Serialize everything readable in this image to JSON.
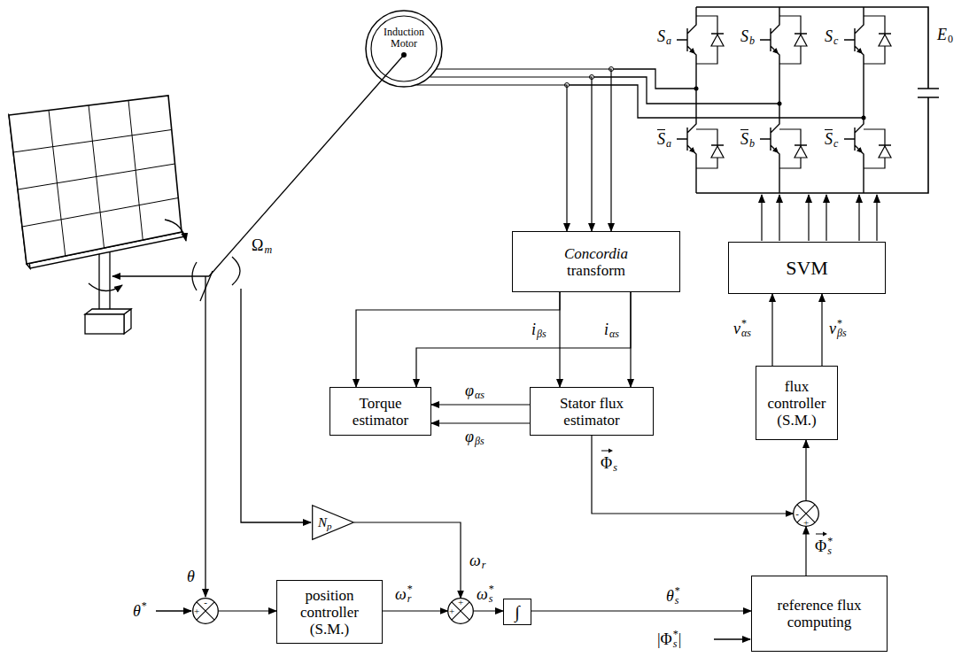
{
  "diagram": {
    "nodes": [
      {
        "text": [
          "Induction Motor"
        ]
      },
      {
        "text": [
          "Concordia",
          "transform"
        ]
      },
      {
        "text": [
          "SVM"
        ]
      },
      {
        "text": [
          "flux controller (S.M.)"
        ]
      },
      {
        "text": [
          "Torque estimator"
        ]
      },
      {
        "text": [
          "Stator flux estimator"
        ]
      },
      {
        "text": [
          "-",
          "+"
        ]
      },
      {
        "text": [
          "N",
          "p"
        ]
      },
      {
        "text": [
          "-",
          "+"
        ]
      },
      {
        "text": [
          "position controller (S.M.)"
        ]
      },
      {
        "text": [
          "+",
          "+"
        ]
      },
      {
        "text": [
          "∫"
        ]
      },
      {
        "text": [
          "reference flux computing"
        ]
      }
    ],
    "edges": [
      {
        "from": 0,
        "to": 1,
        "arrow": "to"
      },
      {
        "from": 0,
        "to": 1,
        "arrow": "to"
      },
      {
        "from": 0,
        "to": 1,
        "arrow": "to"
      },
      {
        "from": 1,
        "to": 4,
        "arrow": "to"
      },
      {
        "from": 1,
        "to": 5,
        "arrow": "to"
      },
      {
        "from": 1,
        "to": 4,
        "arrow": "to"
      },
      {
        "from": 1,
        "to": 5,
        "arrow": "to"
      },
      {
        "from": 5,
        "to": 4,
        "arrow": "to"
      },
      {
        "from": 5,
        "to": 4,
        "arrow": "to"
      },
      {
        "from": 5,
        "to": 6,
        "arrow": "to"
      },
      {
        "from": 12,
        "to": 6,
        "arrow": "to"
      },
      {
        "from": 6,
        "to": 3,
        "arrow": "to"
      },
      {
        "from": 3,
        "to": 2,
        "arrow": "to"
      },
      {
        "from": 3,
        "to": 2,
        "arrow": "to"
      },
      {
        "from": 8,
        "to": 9,
        "arrow": "to"
      },
      {
        "from": 9,
        "to": 10,
        "arrow": "to"
      },
      {
        "from": 7,
        "to": 10,
        "arrow": "to"
      },
      {
        "from": 10,
        "to": 11,
        "arrow": "to"
      },
      {
        "from": 11,
        "to": 12,
        "arrow": "to"
      }
    ],
    "labels": [
      "S",
      "a",
      "S",
      "b",
      "S",
      "c",
      "S",
      "a",
      "S",
      "b",
      "S",
      "c",
      "E",
      "0",
      "Ω",
      "m",
      "θ",
      "θ",
      "*",
      "ω",
      "*",
      "r",
      "ω",
      "r",
      "ω",
      "*",
      "s",
      "θ",
      "*",
      "s",
      "|",
      "Φ",
      "*",
      "s",
      "|",
      "Φ",
      "s",
      "Φ",
      "*",
      "s",
      "i",
      "βs",
      "i",
      "αs",
      "φ",
      "αs",
      "φ",
      "βs",
      "v",
      "*",
      "αs",
      "v",
      "*",
      "βs"
    ]
  }
}
